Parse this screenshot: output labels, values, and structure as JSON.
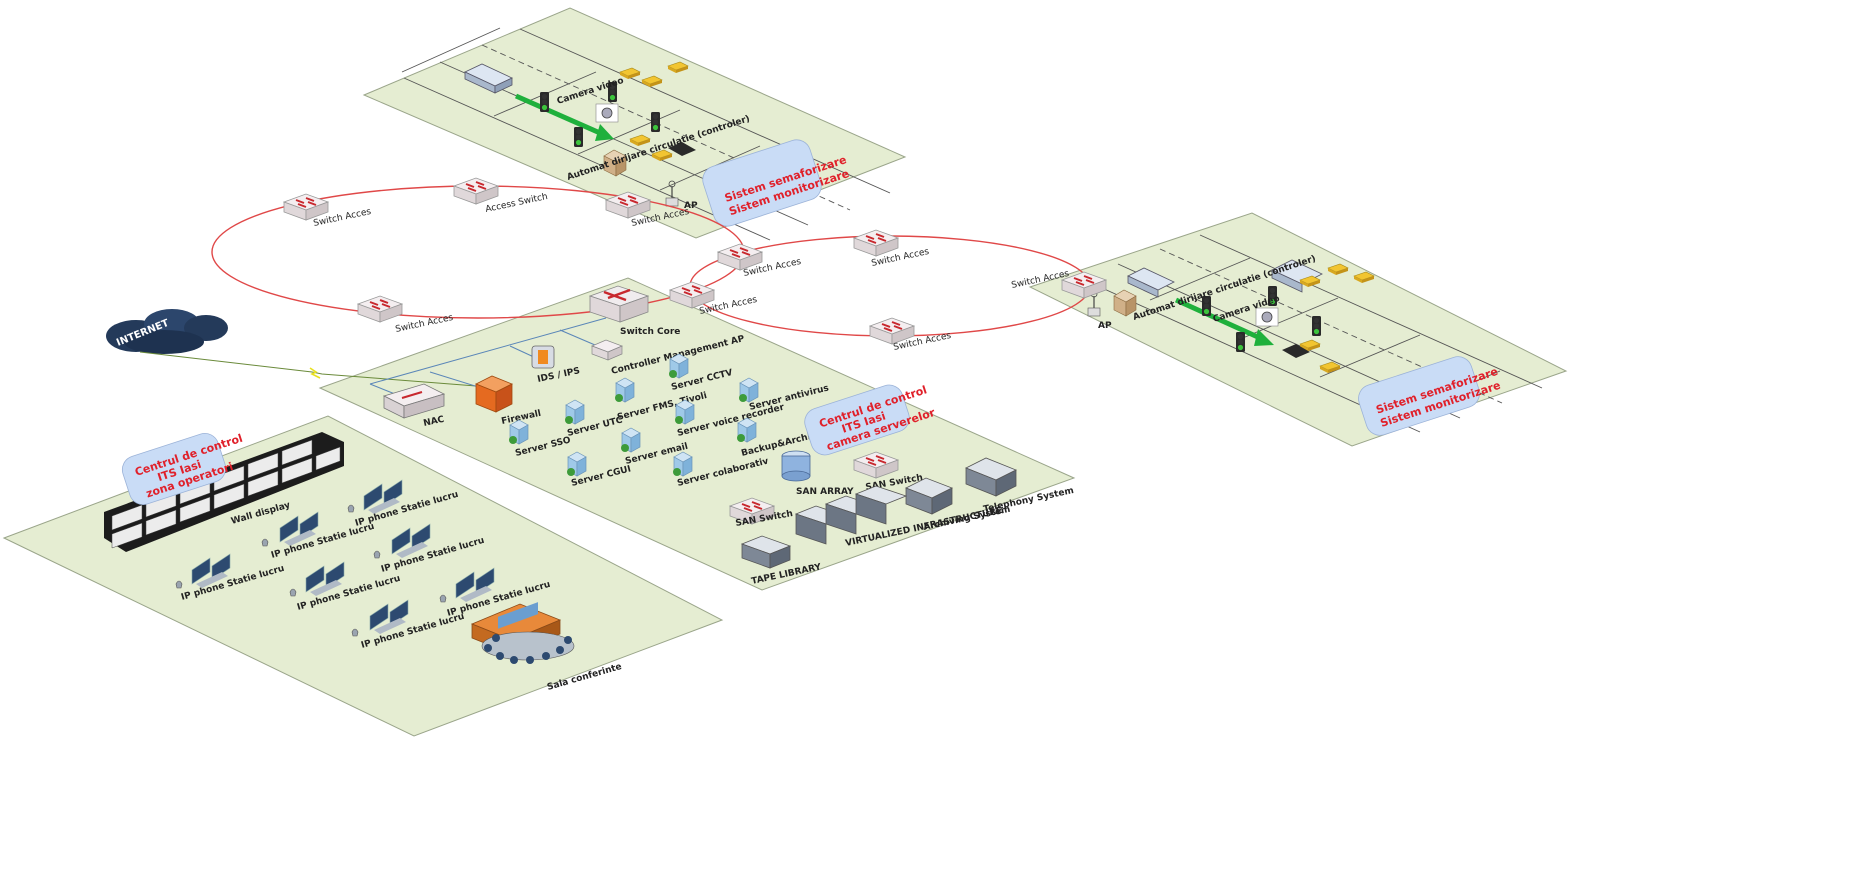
{
  "colors": {
    "zone_fill": "#e5edd2",
    "zone_stroke": "#9aa58a",
    "ring": "#e04848",
    "switch_top": "#f4eef0",
    "switch_accent": "#c8282e",
    "server": "#9fc9e8",
    "server_icon": "#3d9b3a",
    "monitor": "#2d4a70",
    "callout_fill": "#c9dcf6",
    "callout_text": "#e0202a",
    "internet": "#243a5a",
    "arrow": "#1fb03c",
    "road": "#555555"
  },
  "top_intersection": {
    "camera_label": "Camera video",
    "controller_label": "Automat dirijare circulatie (controler)",
    "ap_label": "AP",
    "callout_line1": "Sistem semaforizare",
    "callout_line2": "Sistem monitorizare"
  },
  "right_intersection": {
    "camera_label": "Camera video",
    "controller_label": "Automat dirijare circulatie (controler)",
    "ap_label": "AP",
    "callout_line1": "Sistem semaforizare",
    "callout_line2": "Sistem monitorizare",
    "switch_label": "Switch Acces"
  },
  "left_ring": {
    "switch_1": "Switch Acces",
    "switch_2": "Access Switch",
    "switch_3": "Switch Acces",
    "switch_4": "Switch Acces"
  },
  "right_ring": {
    "switch_1": "Switch Acces",
    "switch_2": "Switch Acces",
    "switch_3": "Switch Acces",
    "switch_4": "Switch Acces"
  },
  "internet_label": "INTERNET",
  "server_room": {
    "switch_core": "Switch Core",
    "ids_ips": "IDS / IPS",
    "controller_ap": "Controller Management AP",
    "nac": "NAC",
    "firewall": "Firewall",
    "callout_line1": "Centrul de control",
    "callout_line2": "ITS Iasi",
    "callout_line3": "camera serverelor",
    "servers": [
      "Server SSO",
      "Server UTC",
      "Server FMS, Tivoli",
      "Server CCTV",
      "Server antivirus",
      "Server voice recorder",
      "Backup&Archive System",
      "Server email",
      "Server CGUI",
      "Server colaborativ"
    ],
    "san_array": "SAN ARRAY",
    "san_switch_1": "SAN Switch",
    "san_switch_2": "SAN Switch",
    "telephony": "Telephony System",
    "archiving": "Archiving System",
    "virtualized": "VIRTUALIZED INFRASTRUCTURE",
    "tape_library": "TAPE LIBRARY"
  },
  "operator_room": {
    "callout_line1": "Centrul de control",
    "callout_line2": "ITS Iasi",
    "callout_line3": "zona operatori",
    "wall_display": "Wall display",
    "workstations": [
      "IP phone Statie lucru",
      "IP phone Statie lucru",
      "IP phone Statie lucru",
      "IP phone Statie lucru",
      "IP phone Statie lucru",
      "IP phone Statie lucru",
      "IP phone Statie lucru"
    ],
    "conference": "Sala conferinte"
  }
}
